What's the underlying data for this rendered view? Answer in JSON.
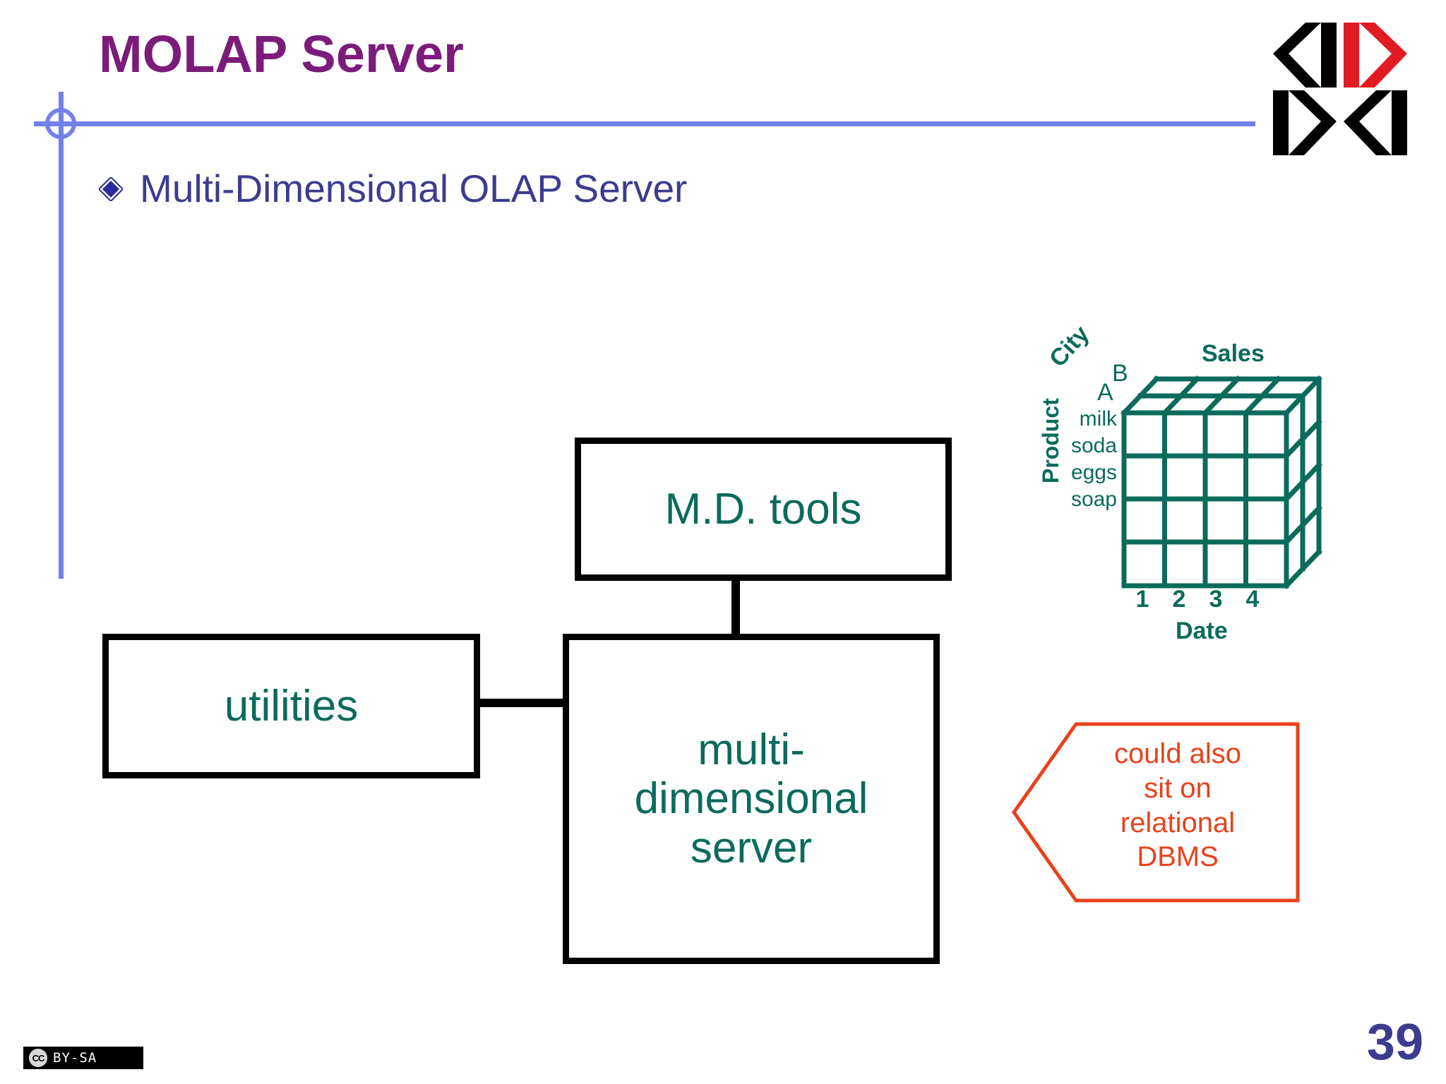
{
  "slide": {
    "title": "MOLAP Server",
    "page_number": "39",
    "title_color": "#7B1C7B",
    "rule_color": "#7181E8",
    "accent_teal": "#0B6B5B",
    "accent_orange": "#E8421C",
    "bullet_text_color": "#3C3C8F"
  },
  "bullet": {
    "icon": "diamond-bullet-icon",
    "text": "Multi-Dimensional OLAP Server"
  },
  "diagram": {
    "boxes": [
      {
        "id": "md-tools",
        "label": "M.D. tools"
      },
      {
        "id": "md-server",
        "label": "multi-\ndimensional\nserver"
      },
      {
        "id": "utilities",
        "label": "utilities"
      }
    ],
    "callout": {
      "lines": [
        "could also",
        "sit on",
        "relational",
        "DBMS"
      ],
      "text": "could also sit on relational DBMS",
      "direction": "points-left"
    }
  },
  "cube": {
    "measure_label": "Sales",
    "axes": {
      "depth": {
        "name": "City",
        "ticks": [
          "B",
          "A"
        ]
      },
      "vertical": {
        "name": "Product",
        "ticks": [
          "milk",
          "soda",
          "eggs",
          "soap"
        ]
      },
      "horizontal": {
        "name": "Date",
        "ticks": [
          "1",
          "2",
          "3",
          "4"
        ]
      }
    },
    "grid": {
      "columns": 4,
      "rows": 4,
      "depth_layers": 2
    },
    "color": "#0B6B5B"
  },
  "logo": {
    "name": "kkkk-logo",
    "glyphs": [
      "K",
      "K",
      "K",
      "K"
    ],
    "colors": [
      "#000000",
      "#E11B22",
      "#000000",
      "#000000"
    ]
  },
  "footer": {
    "license_mark": "CC",
    "license_text": "BY-SA"
  }
}
